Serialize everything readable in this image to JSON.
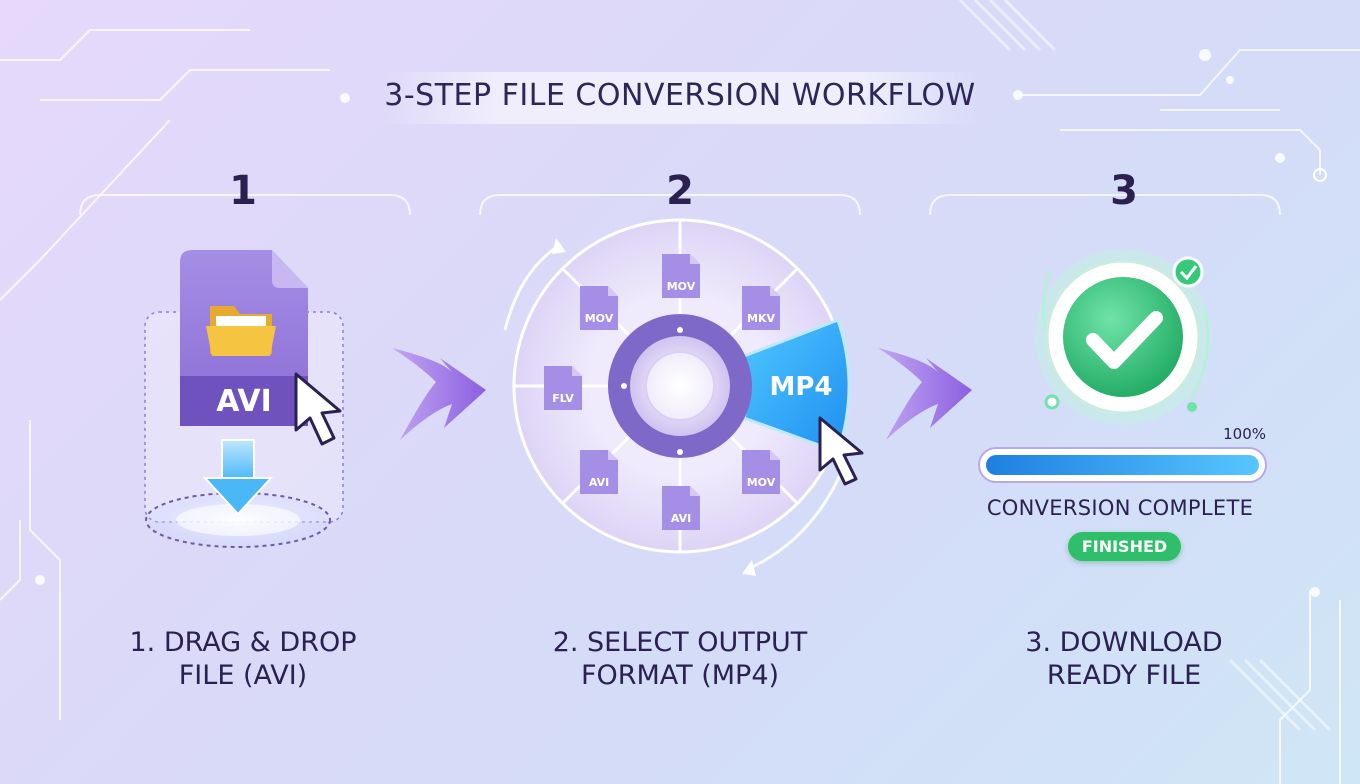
{
  "title": "3-STEP FILE CONVERSION WORKFLOW",
  "steps": [
    {
      "number": "1",
      "caption_line1": "1. DRAG & DROP",
      "caption_line2": "FILE (AVI)",
      "file_label": "AVI"
    },
    {
      "number": "2",
      "caption_line1": "2. SELECT OUTPUT",
      "caption_line2": "FORMAT (MP4)",
      "selected_format": "MP4"
    },
    {
      "number": "3",
      "caption_line1": "3. DOWNLOAD",
      "caption_line2": "READY FILE"
    }
  ],
  "format_wheel": [
    "MOV",
    "MKV",
    "MP4",
    "MOV",
    "AVI",
    "AVI",
    "FLV",
    "MOV"
  ],
  "progress": {
    "percent_label": "100%",
    "value": 1.0
  },
  "status_text": "CONVERSION COMPLETE",
  "badge_text": "FINISHED",
  "colors": {
    "accent_purple": "#8b6fd6",
    "accent_blue": "#2ea8f5",
    "success_green": "#2fbf6b",
    "folder_yellow": "#f5c542"
  }
}
